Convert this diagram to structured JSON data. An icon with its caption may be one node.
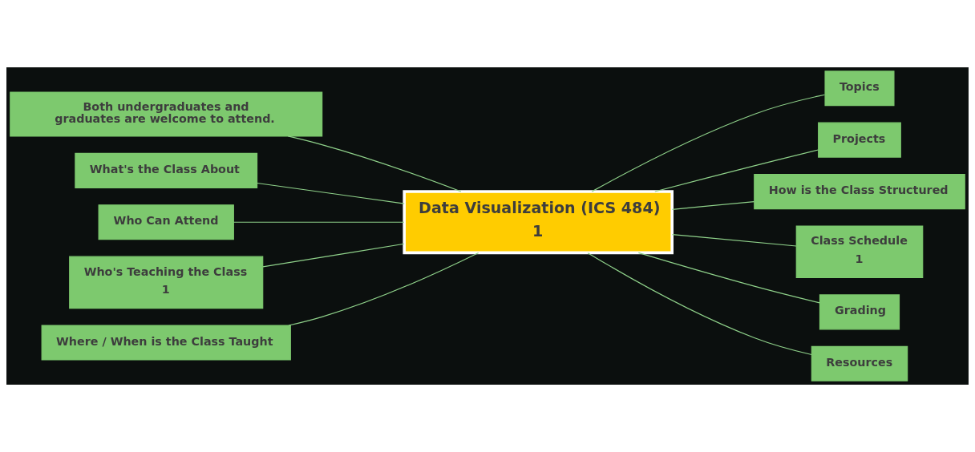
{
  "diagram": {
    "nodes": [
      {
        "text": [
          "Data Visualization (ICS 484)",
          "1"
        ]
      },
      {
        "text": [
          "Both undergraduates and graduates are welcome to attend."
        ]
      },
      {
        "text": [
          "What's the Class About"
        ]
      },
      {
        "text": [
          "Who Can Attend"
        ]
      },
      {
        "text": [
          "Who's Teaching the Class",
          "1"
        ]
      },
      {
        "text": [
          "Where / When is the Class Taught"
        ]
      },
      {
        "text": [
          "Topics"
        ]
      },
      {
        "text": [
          "Projects"
        ]
      },
      {
        "text": [
          "How is the Class Structured"
        ]
      },
      {
        "text": [
          "Class Schedule",
          "1"
        ]
      },
      {
        "text": [
          "Grading"
        ]
      },
      {
        "text": [
          "Resources"
        ]
      }
    ],
    "edges": [
      {
        "from": 1,
        "to": 0,
        "arrow": "none"
      },
      {
        "from": 2,
        "to": 0,
        "arrow": "none"
      },
      {
        "from": 3,
        "to": 0,
        "arrow": "none"
      },
      {
        "from": 4,
        "to": 0,
        "arrow": "none"
      },
      {
        "from": 5,
        "to": 0,
        "arrow": "none"
      },
      {
        "from": 0,
        "to": 6,
        "arrow": "none"
      },
      {
        "from": 0,
        "to": 7,
        "arrow": "none"
      },
      {
        "from": 0,
        "to": 8,
        "arrow": "none"
      },
      {
        "from": 0,
        "to": 9,
        "arrow": "none"
      },
      {
        "from": 0,
        "to": 10,
        "arrow": "none"
      },
      {
        "from": 0,
        "to": 11,
        "arrow": "none"
      }
    ]
  }
}
